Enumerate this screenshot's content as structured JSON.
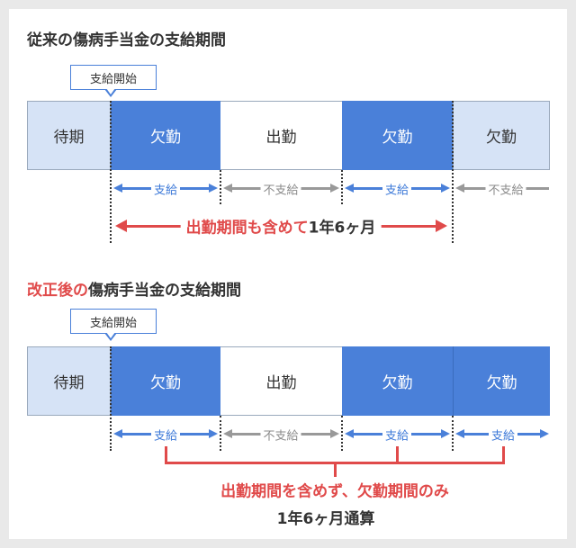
{
  "section1": {
    "title": "従来の傷病手当金の支給期間",
    "callout": "支給開始",
    "segments": [
      "待期",
      "欠勤",
      "出勤",
      "欠勤",
      "欠勤"
    ],
    "period_labels": [
      "支給",
      "不支給",
      "支給",
      "不支給"
    ],
    "summary_red": "出勤期間も含めて",
    "summary_num": "1年6ヶ月"
  },
  "section2": {
    "title_red": "改正後の",
    "title_rest": "傷病手当金の支給期間",
    "callout": "支給開始",
    "segments": [
      "待期",
      "欠勤",
      "出勤",
      "欠勤",
      "欠勤"
    ],
    "period_labels": [
      "支給",
      "不支給",
      "支給",
      "支給"
    ],
    "summary_line1": "出勤期間を含めず、欠勤期間のみ",
    "summary_line2": "1年6ヶ月通算"
  },
  "colors": {
    "absent_blue": "#4a80d9",
    "light_blue": "#d6e3f6",
    "accent_red": "#e04a4a",
    "gray": "#999999"
  }
}
